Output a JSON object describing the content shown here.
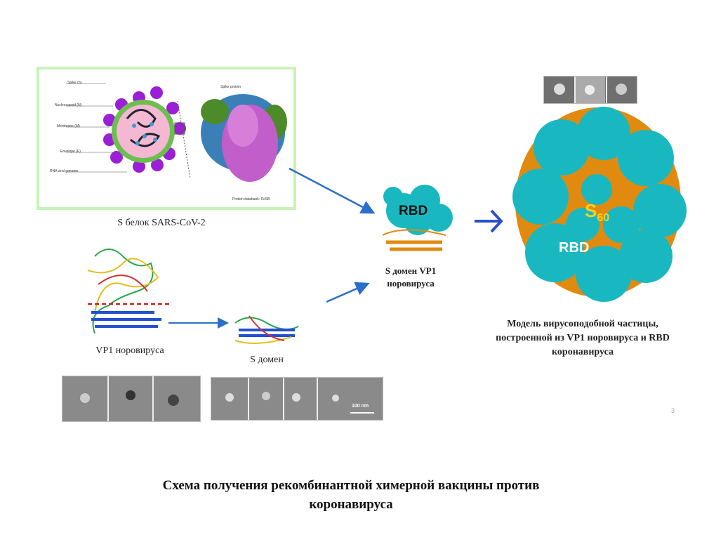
{
  "panel_sars": {
    "labels": [
      "Spike (S)",
      "Nucleocapsid (N)",
      "Membrane (M)",
      "Envelope (E)",
      "RNA viral genome"
    ],
    "spike_title": "Spike protein",
    "source": "Protein databank: 6VSB",
    "caption": "S белок SARS-CoV-2"
  },
  "vp1": {
    "caption": "VP1 норовируса"
  },
  "s_domain": {
    "caption": "S домен",
    "scale_bar": "100 nm"
  },
  "rbd_fusion": {
    "rbd_label": "RBD",
    "caption_line1": "S домен VP1",
    "caption_line2": "норовируса"
  },
  "vlp": {
    "s60_label": "S",
    "s60_sub": "60",
    "rbd_label": "RBD",
    "caption_line1": "Модель вирусоподобной частицы,",
    "caption_line2": "построенной из VP1 норовируса и RBD",
    "caption_line3": "коронавируса"
  },
  "page_number": "3",
  "title_line1": "Схема получения рекомбинантной химерной вакцины против",
  "title_line2": "коронавируса",
  "colors": {
    "arrow": "#2a6fc9",
    "teal": "#19b8c0",
    "orange": "#e08a10",
    "frame": "#b9f0a8"
  }
}
